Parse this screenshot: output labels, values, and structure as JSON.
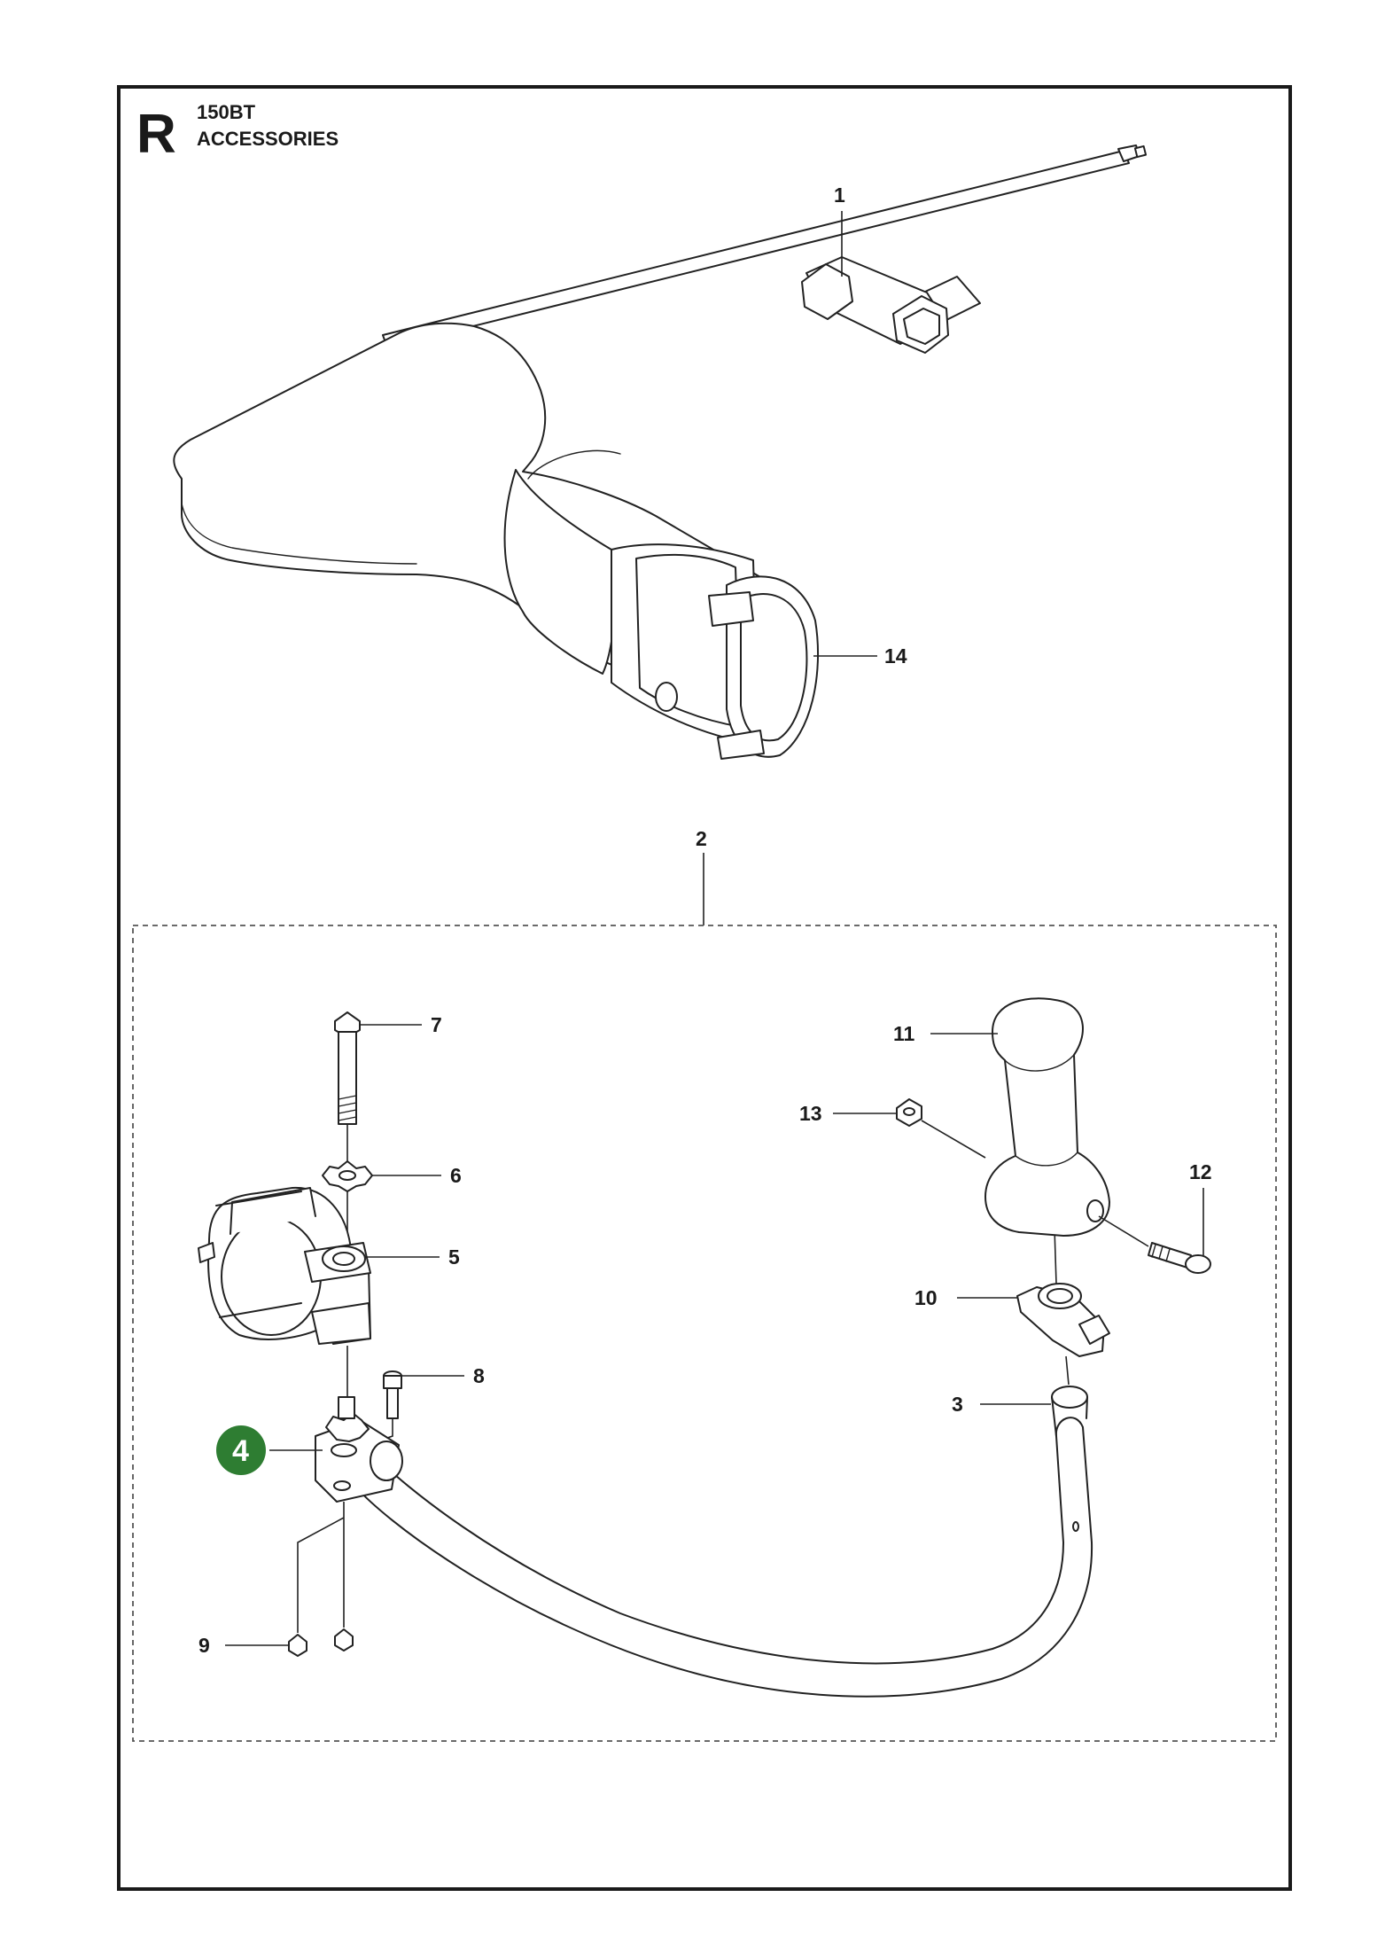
{
  "header": {
    "section_letter": "R",
    "model": "150BT",
    "title": "ACCESSORIES"
  },
  "callouts": {
    "c1": "1",
    "c2": "2",
    "c3": "3",
    "c4": "4",
    "c5": "5",
    "c6": "6",
    "c7": "7",
    "c8": "8",
    "c9": "9",
    "c10": "10",
    "c11": "11",
    "c12": "12",
    "c13": "13",
    "c14": "14"
  },
  "colors": {
    "highlight_badge": "#2e7d32",
    "line": "#222222",
    "frame": "#1a1a1a"
  },
  "icons": {
    "item_1": "combination-wrench-icon",
    "item_14": "flat-nozzle-icon",
    "item_3": "loop-handle-icon",
    "item_5": "handle-clamp-icon",
    "item_11": "side-grip-icon"
  }
}
